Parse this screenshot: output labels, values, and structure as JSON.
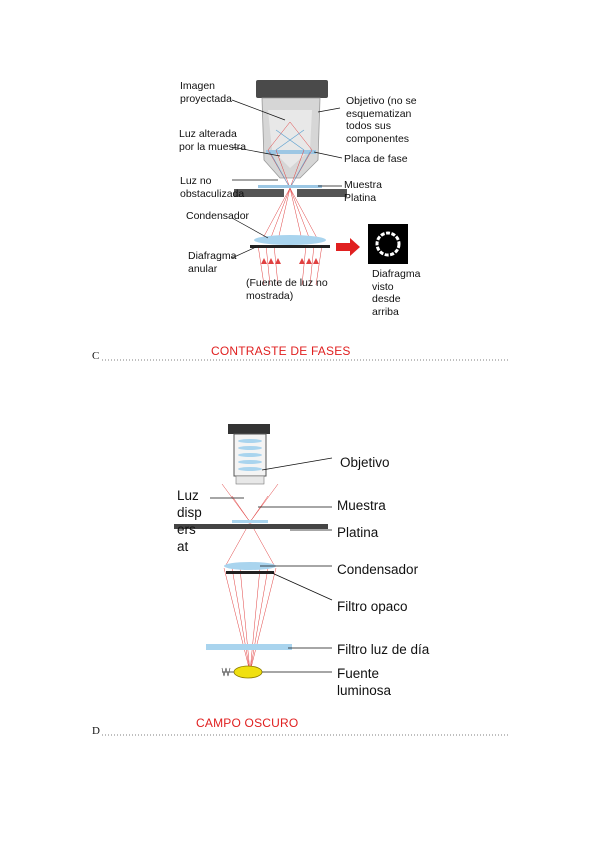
{
  "section_c": {
    "letter": "C",
    "caption": "CONTRASTE DE FASES",
    "labels": {
      "imagen": [
        "Imagen",
        "proyectada"
      ],
      "luz_alterada": [
        "Luz alterada",
        "por la muestra"
      ],
      "luz_no": [
        "Luz no",
        "obstaculizada"
      ],
      "condensador": "Condensador",
      "diafragma": [
        "Diafragma",
        "anular"
      ],
      "fuente": [
        "(Fuente de luz no",
        "mostrada)"
      ],
      "objetivo": [
        "Objetivo (no se",
        "esquematizan",
        "todos sus",
        "componentes"
      ],
      "placa": "Placa de fase",
      "muestra": "Muestra",
      "platina": "Platina",
      "diafragma_visto": [
        "Diafragma",
        "visto",
        "desde",
        "arriba"
      ]
    }
  },
  "section_d": {
    "letter": "D",
    "caption": "CAMPO OSCURO",
    "labels": {
      "luz": [
        "Luz",
        "disp",
        "ers",
        "at"
      ],
      "objetivo": "Objetivo",
      "muestra": "Muestra",
      "platina": "Platina",
      "condensador": "Condensador",
      "filtro_opaco": "Filtro opaco",
      "filtro_luz": "Filtro luz de día",
      "fuente": [
        "Fuente",
        "luminosa"
      ]
    }
  },
  "colors": {
    "ray": "#e04040",
    "lens": "#a9d4ee",
    "dark": "#333333",
    "arrow": "#e02020",
    "lamp": "#f0e010"
  }
}
